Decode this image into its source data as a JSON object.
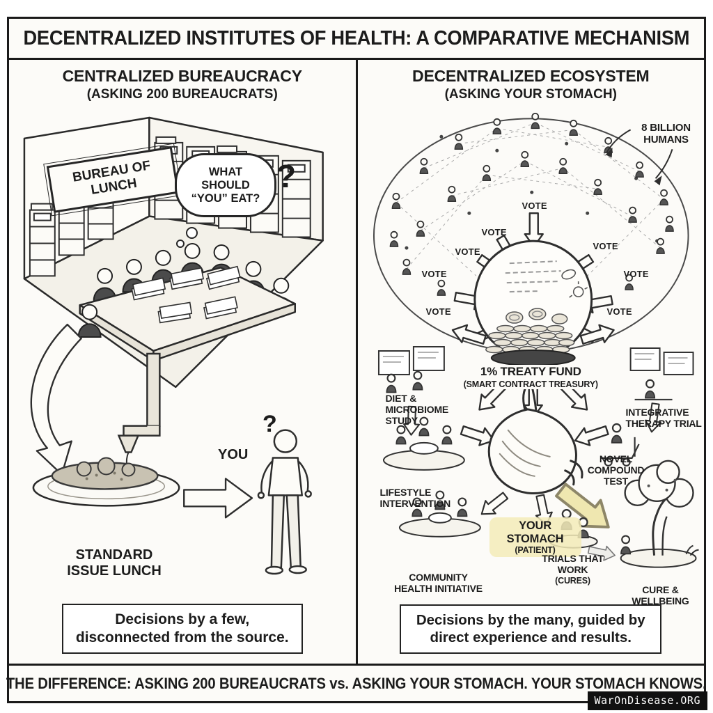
{
  "title": "DECENTRALIZED INSTITUTES OF HEALTH: A COMPARATIVE MECHANISM",
  "left": {
    "heading": "CENTRALIZED BUREAUCRACY",
    "subheading": "(ASKING 200 BUREAUCRATS)",
    "sign": "BUREAU OF LUNCH",
    "thought": "WHAT SHOULD “YOU” EAT?",
    "big_question": "?",
    "you_question": "?",
    "you": "YOU",
    "lunch": "STANDARD ISSUE LUNCH",
    "caption": "Decisions by a few, disconnected from the source."
  },
  "right": {
    "heading": "DECENTRALIZED ECOSYSTEM",
    "subheading": "(ASKING YOUR STOMACH)",
    "population": "8 BILLION HUMANS",
    "votes": [
      "VOTE",
      "VOTE",
      "VOTE",
      "VOTE",
      "VOTE",
      "VOTE",
      "VOTE",
      "VOTE"
    ],
    "fund": "1% TREATY FUND",
    "fund_sub": "(SMART CONTRACT TREASURY)",
    "nodes": {
      "diet": "DIET & MICROBIOME STUDY",
      "integrative": "INTEGRATIVE THERAPY TRIAL",
      "lifestyle": "LIFESTYLE INTERVENTION",
      "novel": "NOVEL COMPOUND TEST",
      "stomach": "YOUR STOMACH",
      "stomach_sub": "(PATIENT)",
      "community": "COMMUNITY HEALTH INITIATIVE",
      "trials": "TRIALS THAT WORK",
      "trials_sub": "(CURES)",
      "cure": "CURE & WELLBEING"
    },
    "caption": "Decisions by the many, guided by direct experience and results."
  },
  "footer": {
    "banner": "THE DIFFERENCE: ASKING 200 BUREAUCRATS vs. ASKING YOUR STOMACH. YOUR STOMACH KNOWS.",
    "watermark": "WarOnDisease.ORG"
  },
  "colors": {
    "ink": "#1a1a1a",
    "paper": "#fcfbf8",
    "highlight": "#efe7b0"
  }
}
